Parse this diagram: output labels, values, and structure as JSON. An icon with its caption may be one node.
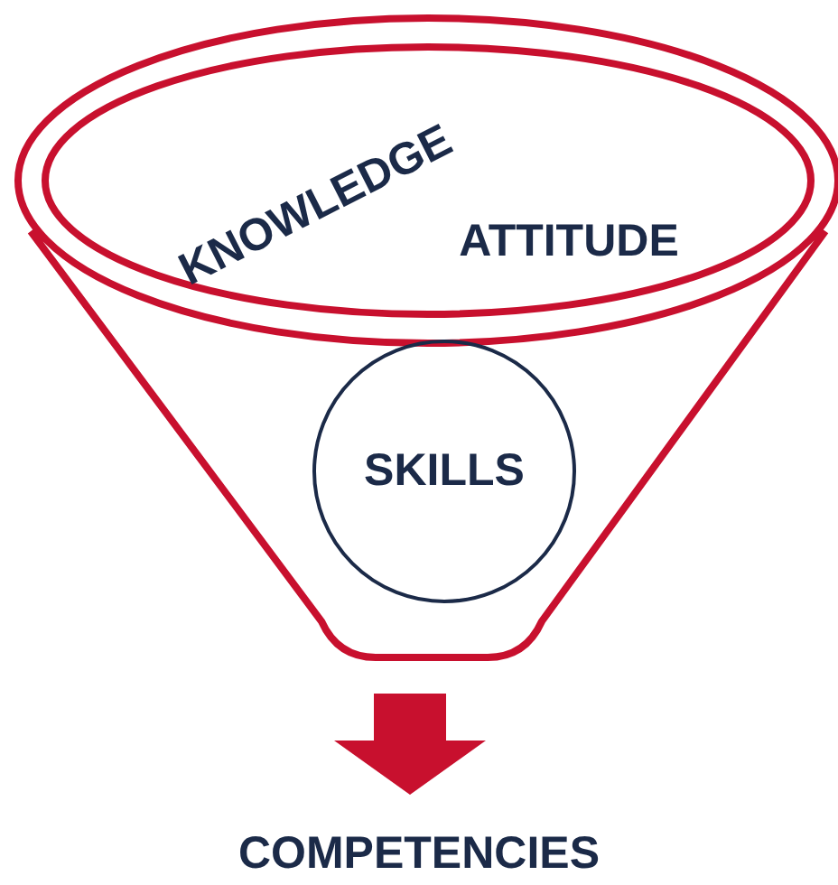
{
  "diagram": {
    "nodes": [
      {
        "text": [],
        "shape": "funnel"
      },
      {
        "text": [
          "KNOWLEDGE",
          "ATTITUDE"
        ],
        "in": 0
      },
      {
        "text": [
          "SKILLS"
        ],
        "in": 0
      },
      {
        "text": [
          "COMPETENCIES"
        ]
      }
    ],
    "edges": [
      {
        "from": 0,
        "to": 3,
        "arrow": "to",
        "style": "thick",
        "color": "#c8102e"
      }
    ]
  }
}
